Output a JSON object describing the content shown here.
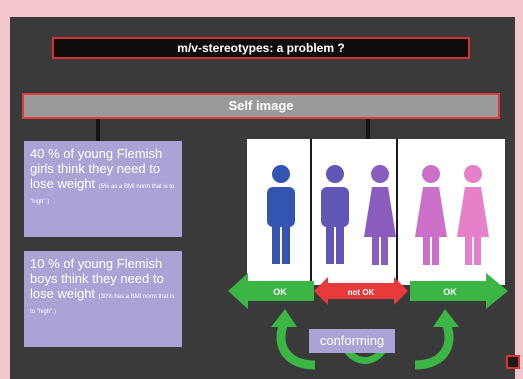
{
  "slide": {
    "title": "m/v-stereotypes: a problem ?",
    "header_bar": "Self image"
  },
  "info_boxes": [
    {
      "main": "40 % of young Flemish girls think they need to lose weight",
      "small": "(5% as a BMI norm that is to \"high\".)"
    },
    {
      "main": "10 % of young Flemish boys think they need to lose weight",
      "small": "(30% has a BMI norm that is to \"high\".)"
    }
  ],
  "figures": [
    {
      "kind": "male",
      "color": "#3355b0"
    },
    {
      "kind": "male",
      "color": "#5f56b5"
    },
    {
      "kind": "female",
      "color": "#8a5cbd"
    },
    {
      "kind": "female",
      "color": "#cc6fc8"
    },
    {
      "kind": "female",
      "color": "#e580c9"
    }
  ],
  "arrows": [
    {
      "label": "OK",
      "color": "#3bb544",
      "direction": "left"
    },
    {
      "label": "not OK",
      "color": "#e83a3a",
      "direction": "both"
    },
    {
      "label": "OK",
      "color": "#3bb544",
      "direction": "right"
    }
  ],
  "conforming_label": "conforming",
  "colors": {
    "accent_red": "#d8322f",
    "arrow_green": "#3bb544",
    "box_purple": "#a9a3d6"
  }
}
